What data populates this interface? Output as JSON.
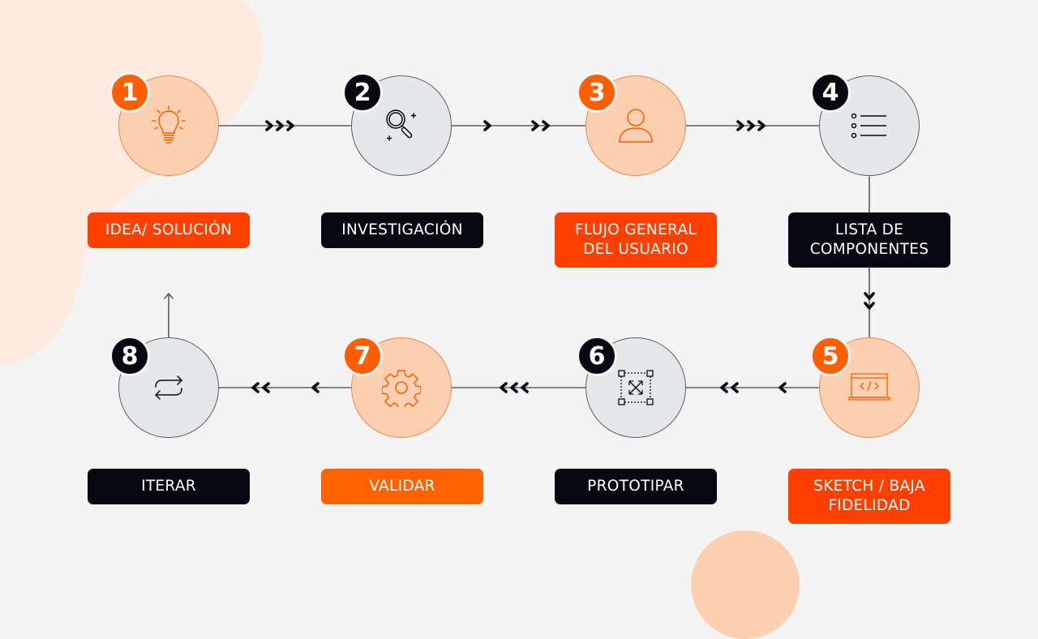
{
  "title": "Proceso de diseño",
  "colors": {
    "accent": "#ff4000",
    "accent_light": "#fdd0b1",
    "dark": "#070812",
    "background": "#f3f4f3"
  },
  "steps": [
    {
      "number": "1",
      "label": [
        "IDEA/ SOLUCIÓN"
      ],
      "icon": "lightbulb-icon"
    },
    {
      "number": "2",
      "label": [
        "INVESTIGACIÓN"
      ],
      "icon": "magnifier-icon"
    },
    {
      "number": "3",
      "label": [
        "FLUJO GENERAL",
        "DEL USUARIO"
      ],
      "icon": "user-icon"
    },
    {
      "number": "4",
      "label": [
        "LISTA DE",
        "COMPONENTES"
      ],
      "icon": "list-icon"
    },
    {
      "number": "5",
      "label": [
        "SKETCH / BAJA",
        "FIDELIDAD"
      ],
      "icon": "laptop-code-icon"
    },
    {
      "number": "6",
      "label": [
        "PROTOTIPAR"
      ],
      "icon": "expand-frame-icon"
    },
    {
      "number": "7",
      "label": [
        "VALIDAR"
      ],
      "icon": "gear-icon"
    },
    {
      "number": "8",
      "label": [
        "ITERAR"
      ],
      "icon": "repeat-icon"
    }
  ]
}
